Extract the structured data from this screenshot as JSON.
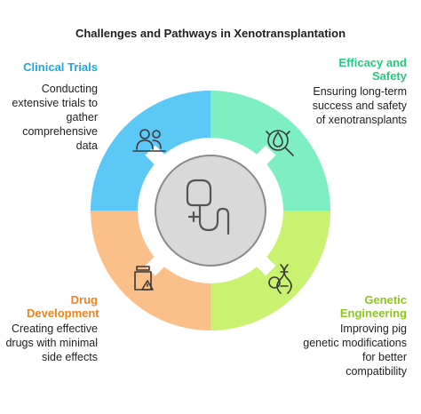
{
  "title": "Challenges and Pathways in Xenotransplantation",
  "quadrants": [
    {
      "heading": "Clinical Trials",
      "description": "Conducting extensive trials to gather comprehensive data",
      "color": "#5bc8f5",
      "heading_color": "#20a8e0",
      "icon": "people-network-icon"
    },
    {
      "heading": "Efficacy and Safety",
      "description": "Ensuring long-term success and safety of xenotransplants",
      "color": "#7eefc3",
      "heading_color": "#27c97e",
      "icon": "droplet-magnifier-icon"
    },
    {
      "heading": "Drug Development",
      "description": "Creating effective drugs with minimal side effects",
      "color": "#fbbf8a",
      "heading_color": "#f0831a",
      "icon": "medicine-bottle-icon"
    },
    {
      "heading": "Genetic Engineering",
      "description": "Improving pig genetic modifications for better compatibility",
      "color": "#c8f26f",
      "heading_color": "#8dc61e",
      "icon": "dna-lab-icon"
    }
  ],
  "center_icon": "organ-tube-icon",
  "center_color": "#d9d9d9"
}
